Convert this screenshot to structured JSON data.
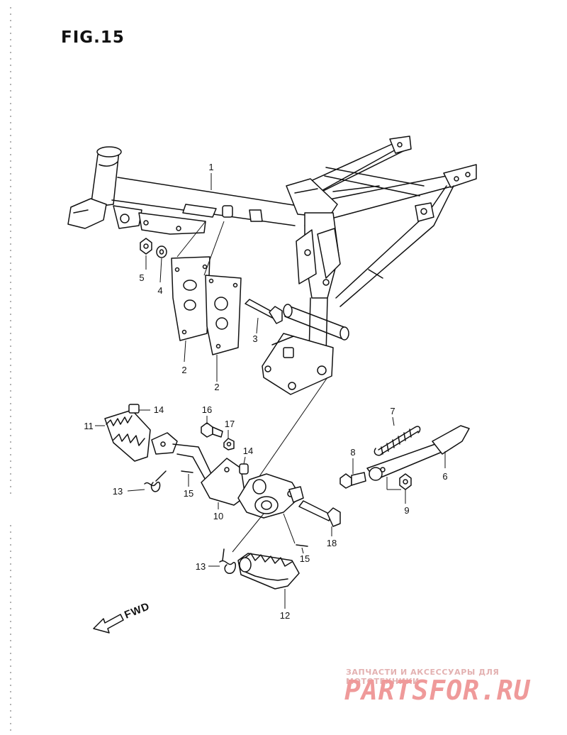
{
  "figure_title": "FIG.15",
  "fwd_label": "FWD",
  "watermark": {
    "subtitle": "ЗАПЧАСТИ И АКСЕССУАРЫ ДЛЯ МОТОТЕХНИКИ",
    "logo": "PARTSFOR.RU"
  },
  "callouts": [
    "1",
    "2",
    "2",
    "3",
    "4",
    "5",
    "6",
    "7",
    "8",
    "9",
    "10",
    "11",
    "12",
    "13",
    "13",
    "14",
    "14",
    "15",
    "15",
    "16",
    "17",
    "18"
  ]
}
